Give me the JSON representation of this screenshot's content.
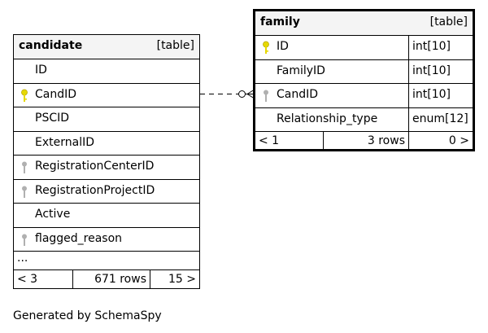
{
  "candidate": {
    "name": "candidate",
    "kind": "[table]",
    "columns": [
      {
        "name": "ID",
        "key": "none"
      },
      {
        "name": "CandID",
        "key": "primary"
      },
      {
        "name": "PSCID",
        "key": "none"
      },
      {
        "name": "ExternalID",
        "key": "none"
      },
      {
        "name": "RegistrationCenterID",
        "key": "foreign"
      },
      {
        "name": "RegistrationProjectID",
        "key": "foreign"
      },
      {
        "name": "Active",
        "key": "none"
      },
      {
        "name": "flagged_reason",
        "key": "foreign"
      }
    ],
    "ellipsis": "...",
    "footer": {
      "parents": "< 3",
      "rows": "671 rows",
      "children": "15 >"
    }
  },
  "family": {
    "name": "family",
    "kind": "[table]",
    "columns": [
      {
        "name": "ID",
        "type": "int[10]",
        "key": "primary"
      },
      {
        "name": "FamilyID",
        "type": "int[10]",
        "key": "none"
      },
      {
        "name": "CandID",
        "type": "int[10]",
        "key": "foreign"
      },
      {
        "name": "Relationship_type",
        "type": "enum[12]",
        "key": "none"
      }
    ],
    "footer": {
      "parents": "< 1",
      "rows": "3 rows",
      "children": "0 >"
    }
  },
  "caption": "Generated by SchemaSpy",
  "colors": {
    "primary_key": "#e6d800",
    "foreign_key": "#b0b0b0",
    "header_bg": "#f4f4f4"
  }
}
